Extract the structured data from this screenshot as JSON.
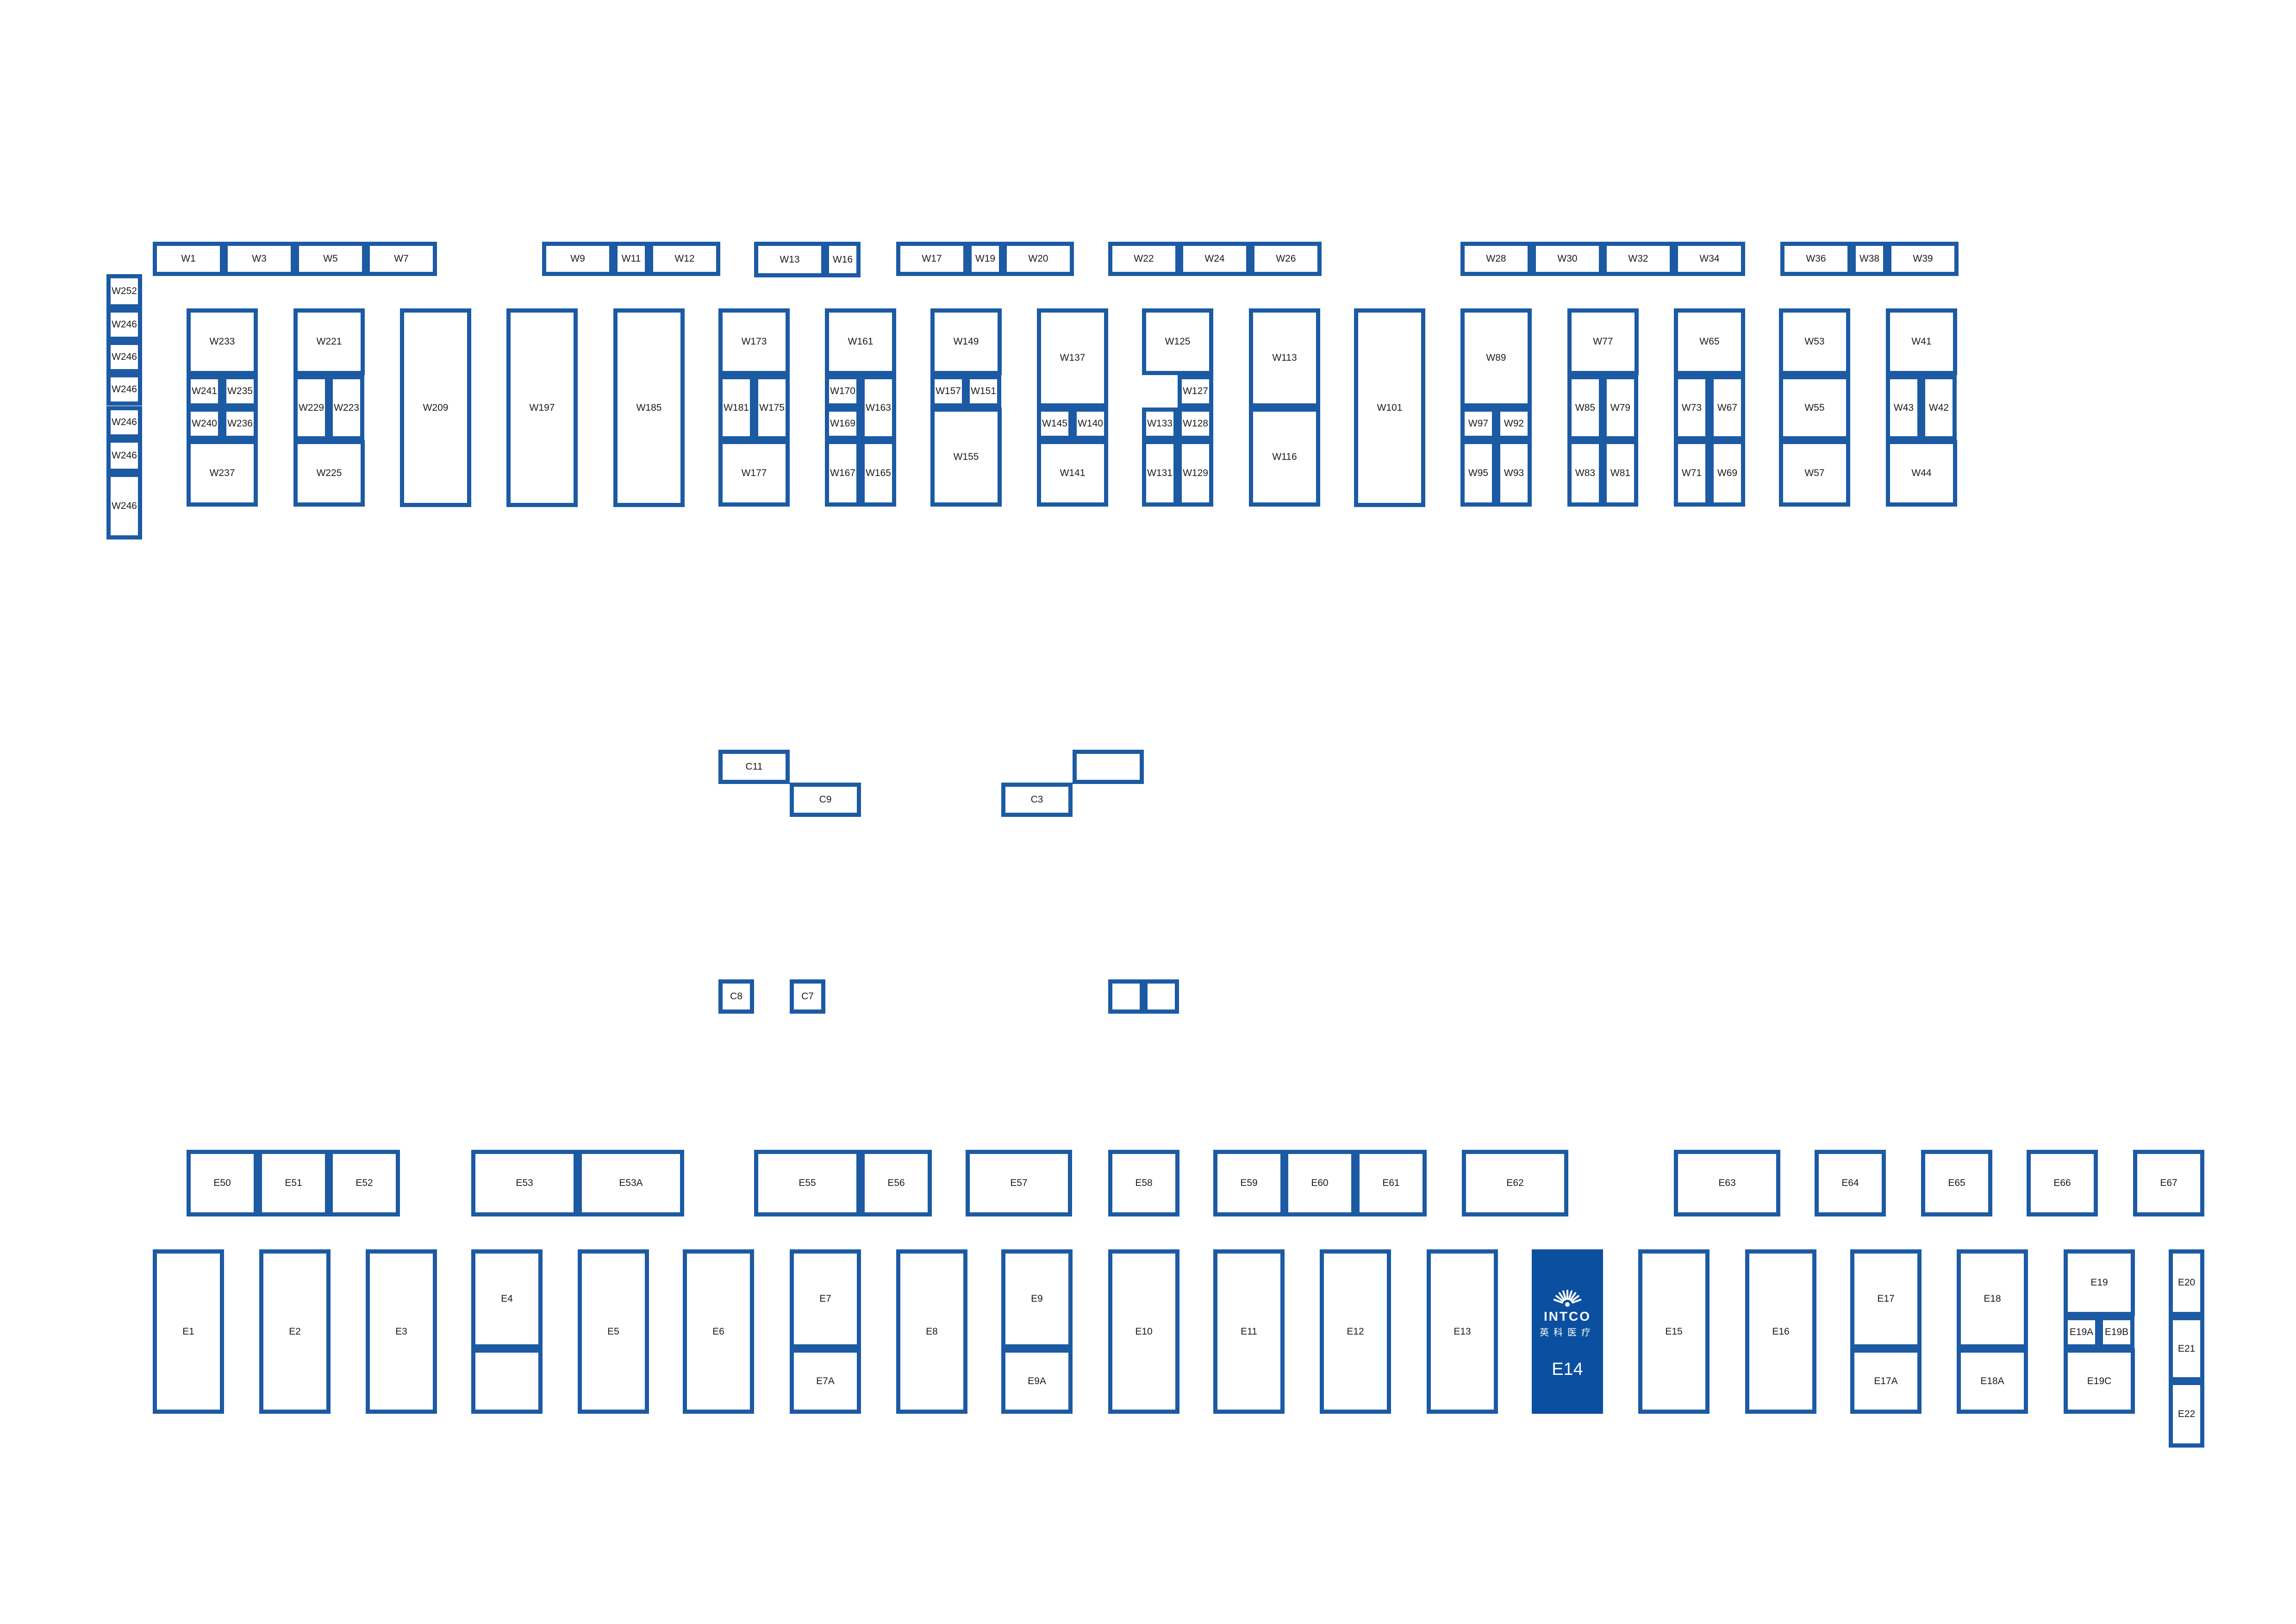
{
  "colors": {
    "booth_border": "#1c5aa3",
    "highlight_fill": "#0b50a0",
    "background": "#ffffff"
  },
  "highlight": {
    "icon": "sunburst-logo-icon",
    "brand_name": "INTCO",
    "brand_sub": "英科医疗",
    "booth_id": "E14"
  },
  "west_row1": [
    "W1",
    "W3",
    "W5",
    "W7",
    "W9",
    "W11",
    "W12",
    "W13",
    "W16",
    "W17",
    "W19",
    "W20",
    "W22",
    "W24",
    "W26",
    "W28",
    "W30",
    "W32",
    "W34",
    "W36",
    "W38",
    "W39"
  ],
  "west_stack": [
    "W252",
    "W246",
    "W246",
    "W246",
    "W246",
    "W246",
    "W246"
  ],
  "west_blocks": [
    "W233",
    "W241",
    "W235",
    "W240",
    "W236",
    "W237",
    "W221",
    "W229",
    "W223",
    "W225",
    "W209",
    "W197",
    "W185",
    "W173",
    "W181",
    "W175",
    "W177",
    "W161",
    "W170",
    "W163",
    "W169",
    "W167",
    "W165",
    "W149",
    "W157",
    "W151",
    "W155",
    "W137",
    "W145",
    "W140",
    "W141",
    "W125",
    "W127",
    "W133",
    "W128",
    "W131",
    "W129",
    "W113",
    "W116",
    "W101",
    "W89",
    "W97",
    "W92",
    "W95",
    "W93",
    "W77",
    "W85",
    "W79",
    "W83",
    "W81",
    "W65",
    "W73",
    "W67",
    "W71",
    "W69",
    "W53",
    "W55",
    "W57",
    "W41",
    "W43",
    "W42",
    "W44"
  ],
  "central": [
    "C11",
    "C9",
    "",
    "C3",
    "C8",
    "C7",
    "",
    ""
  ],
  "east_row1": [
    "E50",
    "E51",
    "E52",
    "E53",
    "E53A",
    "E55",
    "E56",
    "E57",
    "E58",
    "E59",
    "E60",
    "E61",
    "E62",
    "E63",
    "E64",
    "E65",
    "E66",
    "E67"
  ],
  "east_row2": [
    "E1",
    "E2",
    "E3",
    "E4",
    "",
    "E5",
    "E6",
    "E7",
    "E7A",
    "E8",
    "E9",
    "E9A",
    "E10",
    "E11",
    "E12",
    "E13",
    "E15",
    "E16",
    "E17",
    "E17A",
    "E18",
    "E18A",
    "E19",
    "E19A",
    "E19B",
    "E19C"
  ],
  "east_stack": [
    "E20",
    "E21",
    "E22"
  ]
}
